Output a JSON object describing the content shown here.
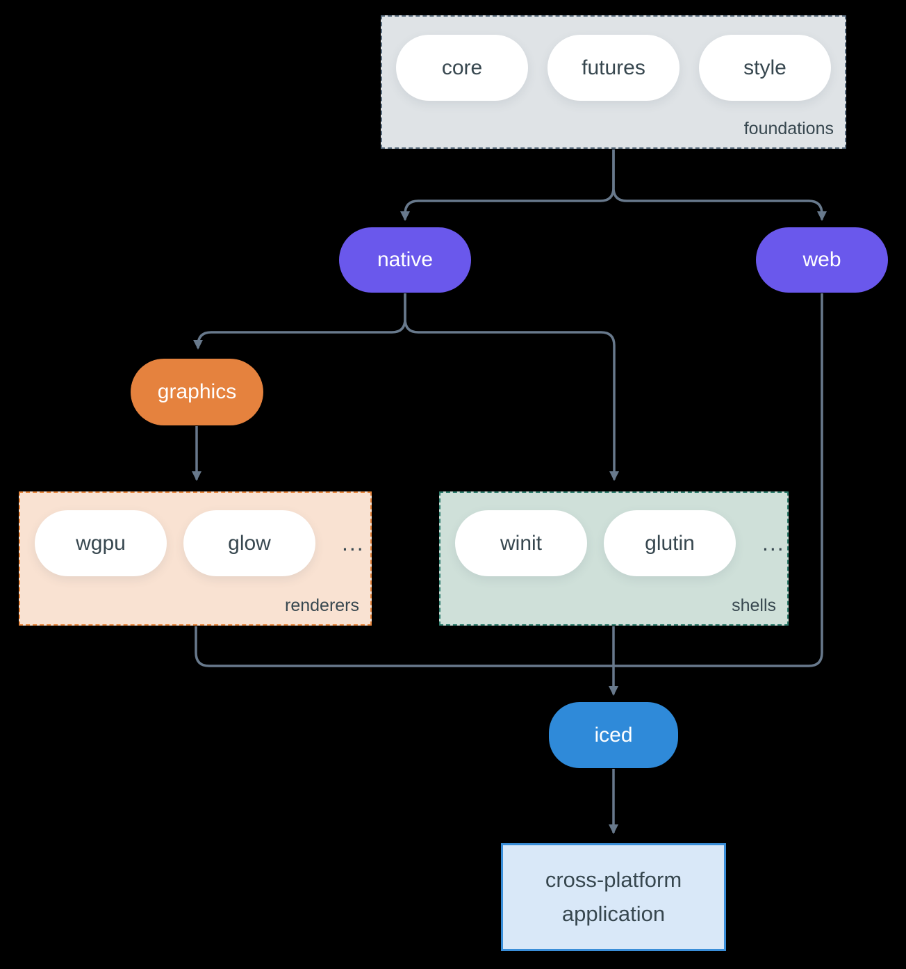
{
  "diagram": {
    "foundations": {
      "label": "foundations",
      "pills": [
        "core",
        "futures",
        "style"
      ]
    },
    "native": "native",
    "web": "web",
    "graphics": "graphics",
    "renderers": {
      "label": "renderers",
      "pills": [
        "wgpu",
        "glow"
      ],
      "ellipsis": "..."
    },
    "shells": {
      "label": "shells",
      "pills": [
        "winit",
        "glutin"
      ],
      "ellipsis": "..."
    },
    "iced": "iced",
    "application": "cross-platform application"
  },
  "colors": {
    "background": "#000000",
    "connector": "#68798c",
    "foundations_fill": "#dfe3e6",
    "foundations_border": "#5b6e80",
    "white_pill": "#ffffff",
    "text_dark": "#37474f",
    "native_web_fill": "#6a58ec",
    "graphics_fill": "#e5823e",
    "renderers_fill": "#f9e2d2",
    "renderers_border": "#e8873e",
    "shells_fill": "#cfe0d9",
    "shells_border": "#2f7d6d",
    "iced_fill": "#2f8ad9",
    "application_fill": "#d9e8f8",
    "application_border": "#3a8ed8"
  }
}
